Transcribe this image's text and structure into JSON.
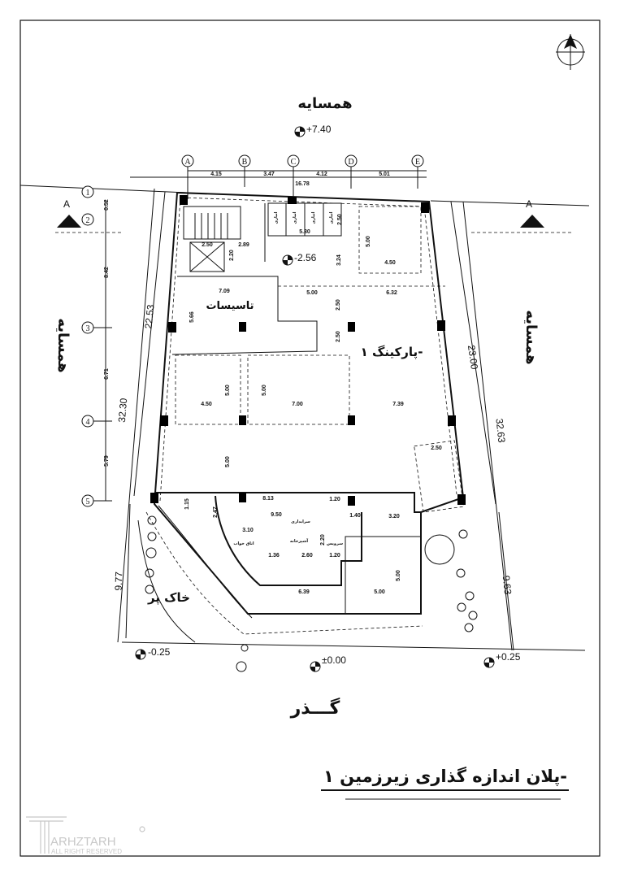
{
  "title": "پلان اندازه گذاری زیرزمین ۱-",
  "labels": {
    "neighbor_top": "همسایه",
    "neighbor_left": "همسایه",
    "neighbor_right": "همسایه",
    "street": "گـــذر",
    "parking": "پارکینگ ۱-",
    "facilities": "تاسیسات",
    "fill_soil": "خاک پر",
    "storage": "انباری",
    "caretaker": "سرایداری",
    "bedroom": "اتاق خواب",
    "kitchen": "آشپزخانه",
    "wc": "سرویس"
  },
  "levels": [
    "+7.40",
    "-2.56",
    "-0.25",
    "±0.00",
    "+0.25"
  ],
  "section_marker": "A",
  "grid": {
    "columns": [
      "A",
      "B",
      "C",
      "D",
      "E"
    ],
    "rows": [
      "1",
      "2",
      "3",
      "4",
      "5"
    ]
  },
  "dims": {
    "top": [
      "4.15",
      "3.47",
      "4.12",
      "5.01",
      "16.78"
    ],
    "left": [
      "0.52",
      "8.42",
      "6.71",
      "5.79"
    ],
    "site": [
      "32.30",
      "22.53",
      "9.77",
      "23.00",
      "32.63",
      "9.63"
    ],
    "inner": [
      "2.50",
      "2.89",
      "2.20",
      "5.30",
      "2.50",
      "3.24",
      "5.00",
      "4.50",
      "7.09",
      "5.00",
      "6.32",
      "2.50",
      "2.50",
      "5.66",
      "4.50",
      "5.00",
      "5.00",
      "7.00",
      "7.39",
      "5.00",
      "2.50",
      "8.13",
      "1.20",
      "9.50",
      "1.40",
      "3.10",
      "1.36",
      "2.60",
      "1.20",
      "6.39",
      "5.00",
      "5.00",
      "3.20",
      "2.20",
      "2.47",
      "1.15"
    ]
  },
  "watermark": {
    "brand": "ARHZTARH",
    "rights": "ALL RIGHT RESERVED"
  }
}
